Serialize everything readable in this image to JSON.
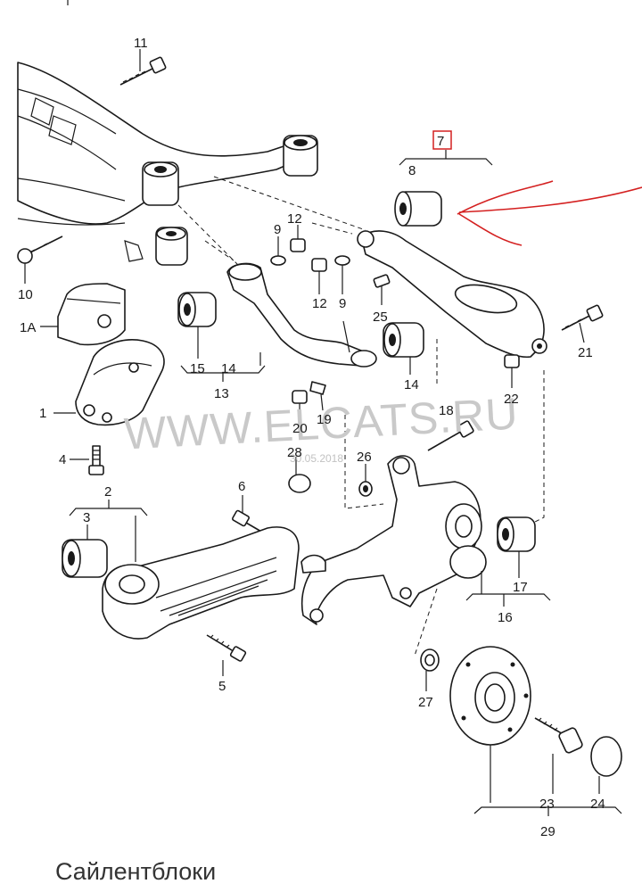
{
  "labels": {
    "l11": "11",
    "l7": "7",
    "l8": "8",
    "l9a": "9",
    "l12a": "12",
    "l10": "10",
    "l1A": "1A",
    "l12b": "12",
    "l9b": "9",
    "l25": "25",
    "l21": "21",
    "l15": "15",
    "l14a": "14",
    "l13": "13",
    "l14b": "14",
    "l22": "22",
    "l1": "1",
    "l20": "20",
    "l19": "19",
    "l18": "18",
    "l4": "4",
    "l28": "28",
    "l26": "26",
    "l2": "2",
    "l6": "6",
    "l3": "3",
    "l17": "17",
    "l16": "16",
    "l5": "5",
    "l27": "27",
    "l23": "23",
    "l24": "24",
    "l29": "29"
  },
  "watermark": "WWW.ELCATS.RU",
  "watermark_date": "30.05.2018",
  "caption": "Сайлентблоки",
  "colors": {
    "annotation": "#d42020",
    "ink": "#1a1a1a",
    "watermark": "#c9c9c9"
  }
}
